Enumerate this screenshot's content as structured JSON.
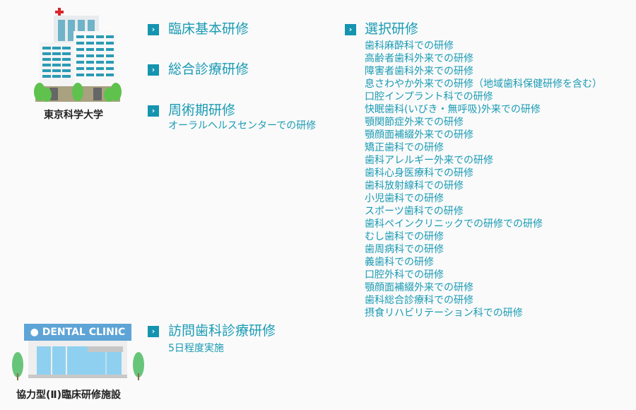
{
  "university": {
    "name": "東京科学大学"
  },
  "clinic": {
    "sign": "DENTAL CLINIC",
    "name": "協力型(Ⅱ)臨床研修施設"
  },
  "sections": [
    {
      "title": "臨床基本研修"
    },
    {
      "title": "総合診療研修"
    },
    {
      "title": "周術期研修",
      "sub": "オーラルヘルスセンターでの研修"
    },
    {
      "title": "訪問歯科診療研修",
      "sub": "5日程度実施"
    }
  ],
  "elective": {
    "title": "選択研修",
    "items": [
      "歯科麻酔科での研修",
      "高齢者歯科外来での研修",
      "障害者歯科外来での研修",
      "息さわやか外来での研修（地域歯科保健研修を含む）",
      "口腔インプラント科での研修",
      "快眠歯科(いびき・無呼吸)外来での研修",
      "顎関節症外来での研修",
      "顎顔面補綴外来での研修",
      "矯正歯科での研修",
      "歯科アレルギー外来での研修",
      "歯科心身医療科での研修",
      "歯科放射線科での研修",
      "小児歯科での研修",
      "スポーツ歯科での研修",
      "歯科ペインクリニックでの研修での研修",
      "むし歯科での研修",
      "歯周病科での研修",
      "義歯科での研修",
      "口腔外科での研修",
      "顎顔面補綴外来での研修",
      "歯科総合診療科での研修",
      "摂食リハビリテーション科での研修"
    ]
  },
  "colors": {
    "accent": "#1a9bb4",
    "marker": "#1594b0",
    "caption": "#222222"
  }
}
